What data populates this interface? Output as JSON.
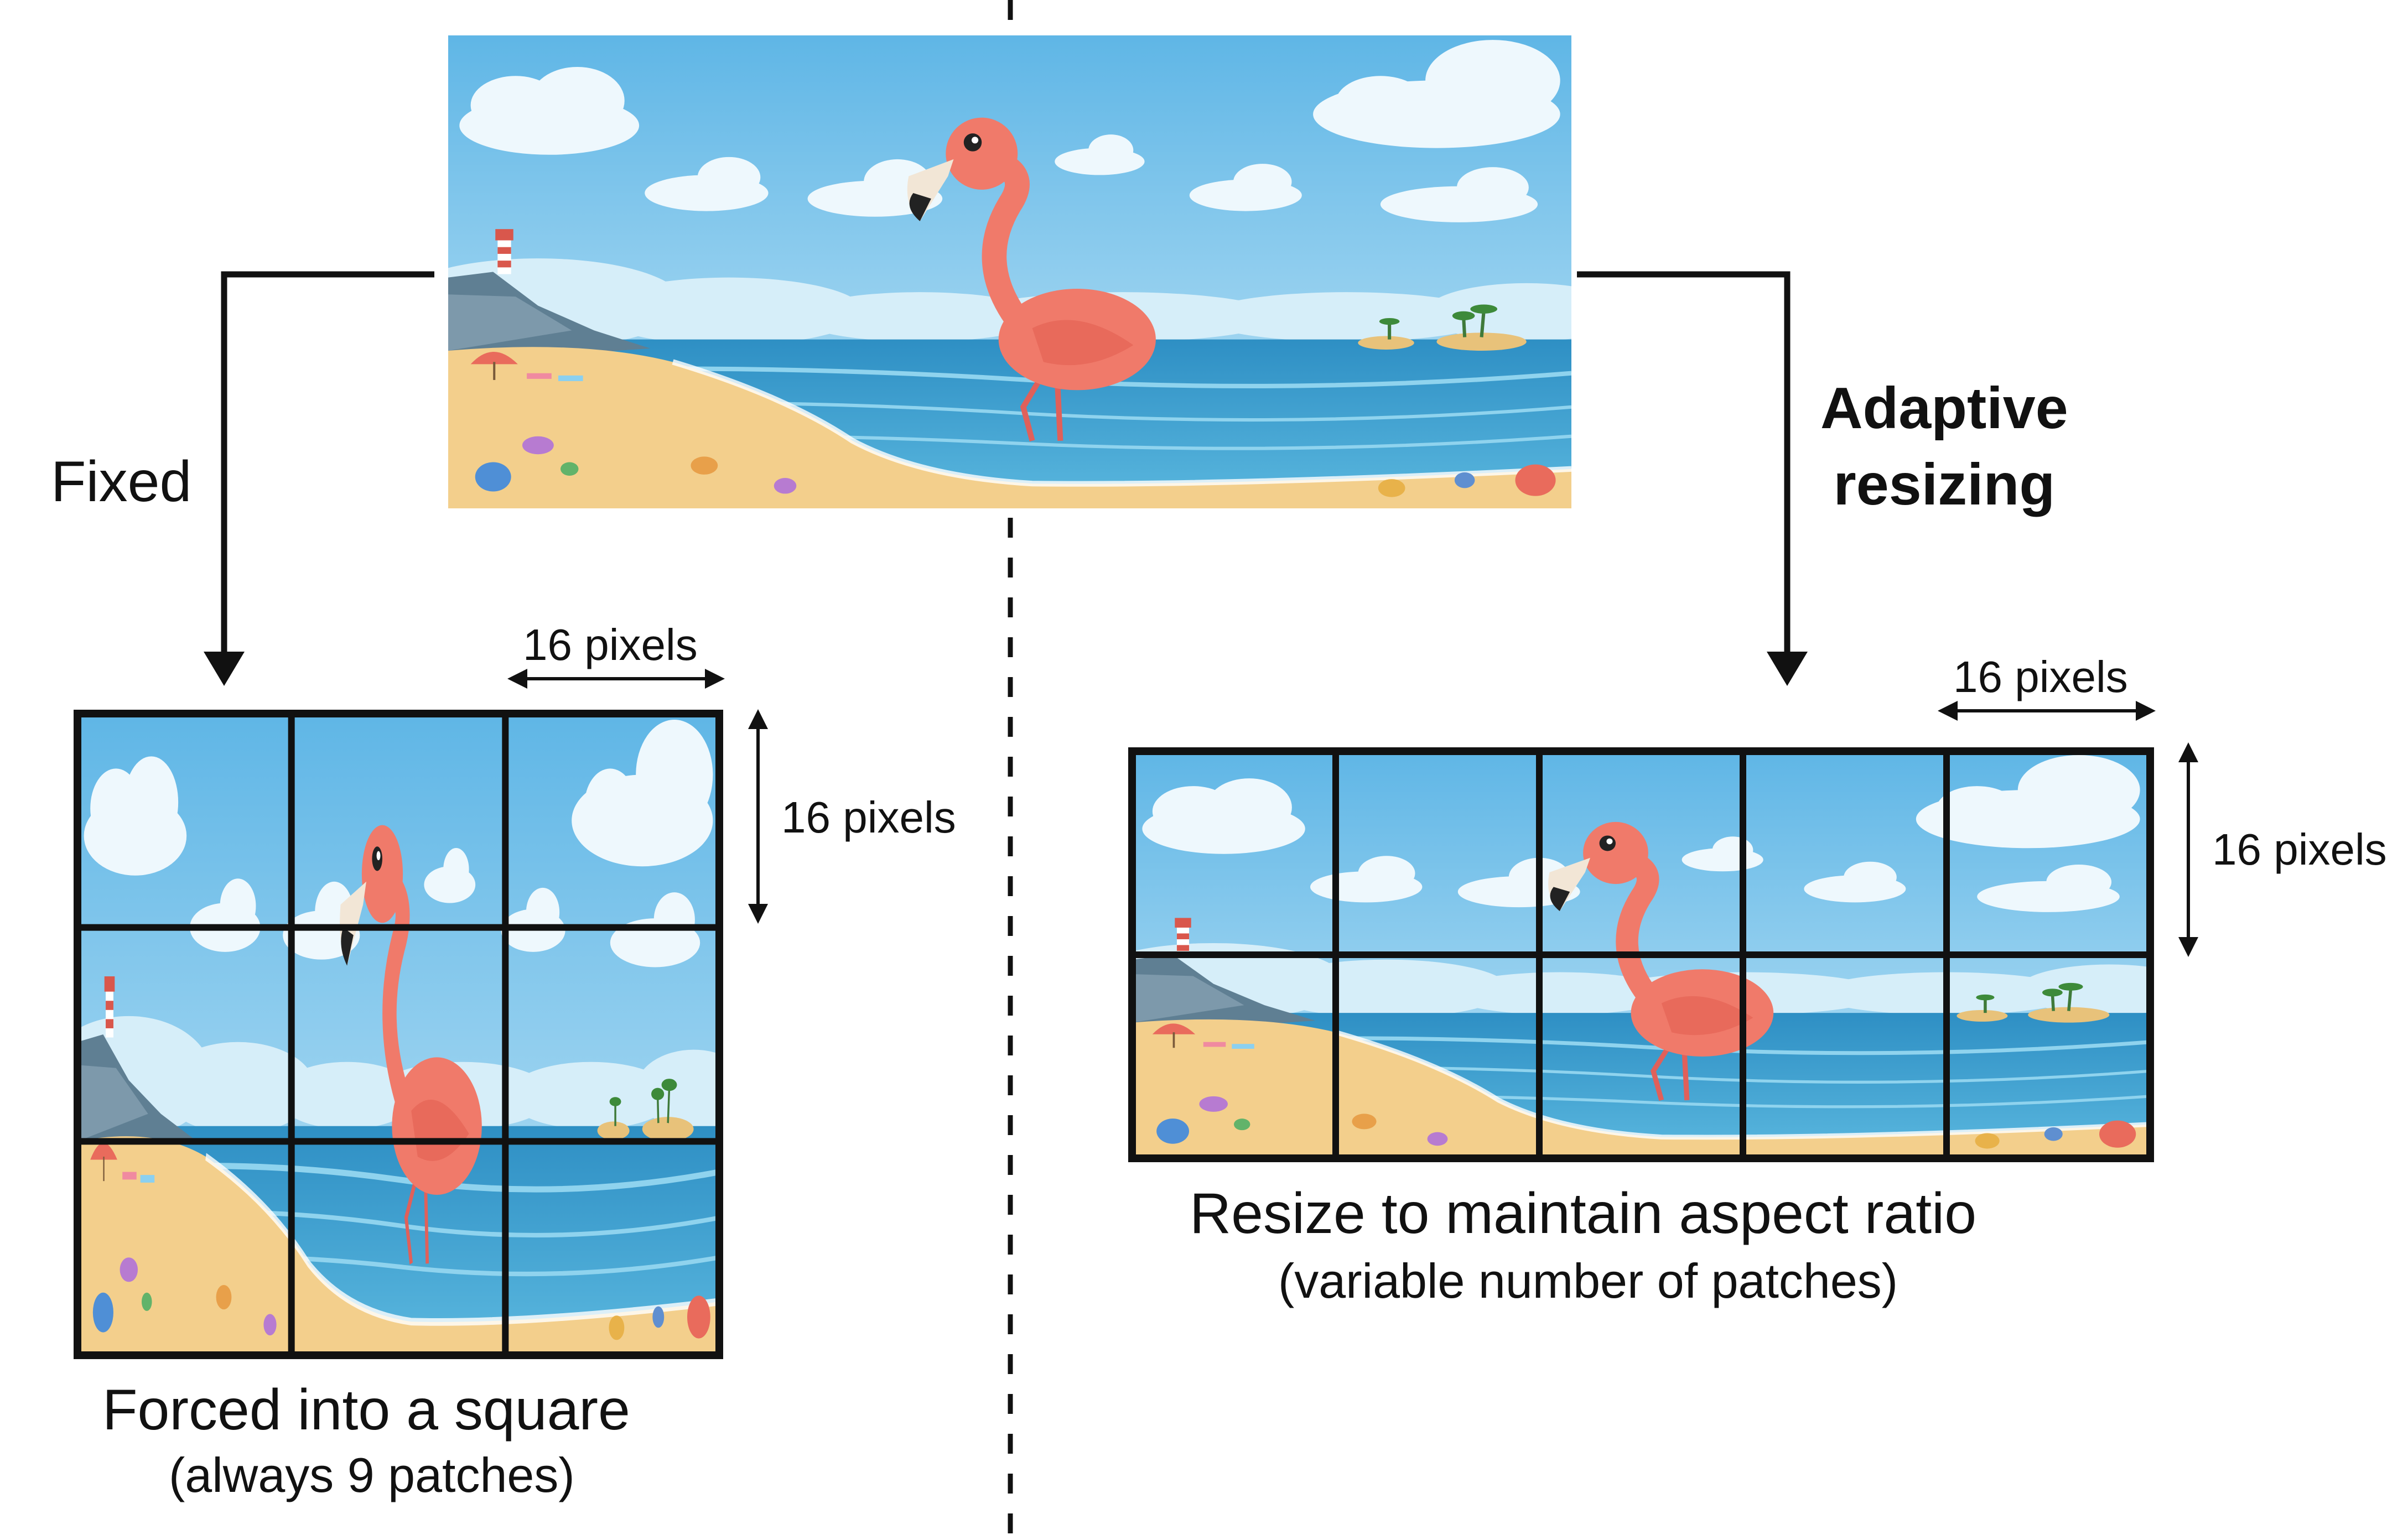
{
  "labels": {
    "fixed": "Fixed",
    "adaptive_line1": "Adaptive",
    "adaptive_line2": "resizing",
    "patch_size_left_horizontal": "16 pixels",
    "patch_size_left_vertical": "16 pixels",
    "patch_size_right_horizontal": "16 pixels",
    "patch_size_right_vertical": "16 pixels",
    "square_caption": "Forced into a square",
    "square_subcaption": "(always 9 patches)",
    "aspect_caption": "Resize to maintain aspect ratio",
    "aspect_subcaption": "(variable number of patches)"
  },
  "grids": {
    "square": {
      "rows": 3,
      "cols": 3
    },
    "aspect": {
      "rows": 2,
      "cols": 5
    }
  },
  "colors": {
    "sky_top": "#5fb6e6",
    "sky_bottom": "#bfe4f6",
    "cloud": "#e9f6fc",
    "sea": "#3a9fcf",
    "sea_light": "#7cc8e6",
    "sand": "#f3cf8c",
    "flamingo": "#f07a6a",
    "flamingo_dark": "#d9574c",
    "grid_line": "#111111"
  }
}
